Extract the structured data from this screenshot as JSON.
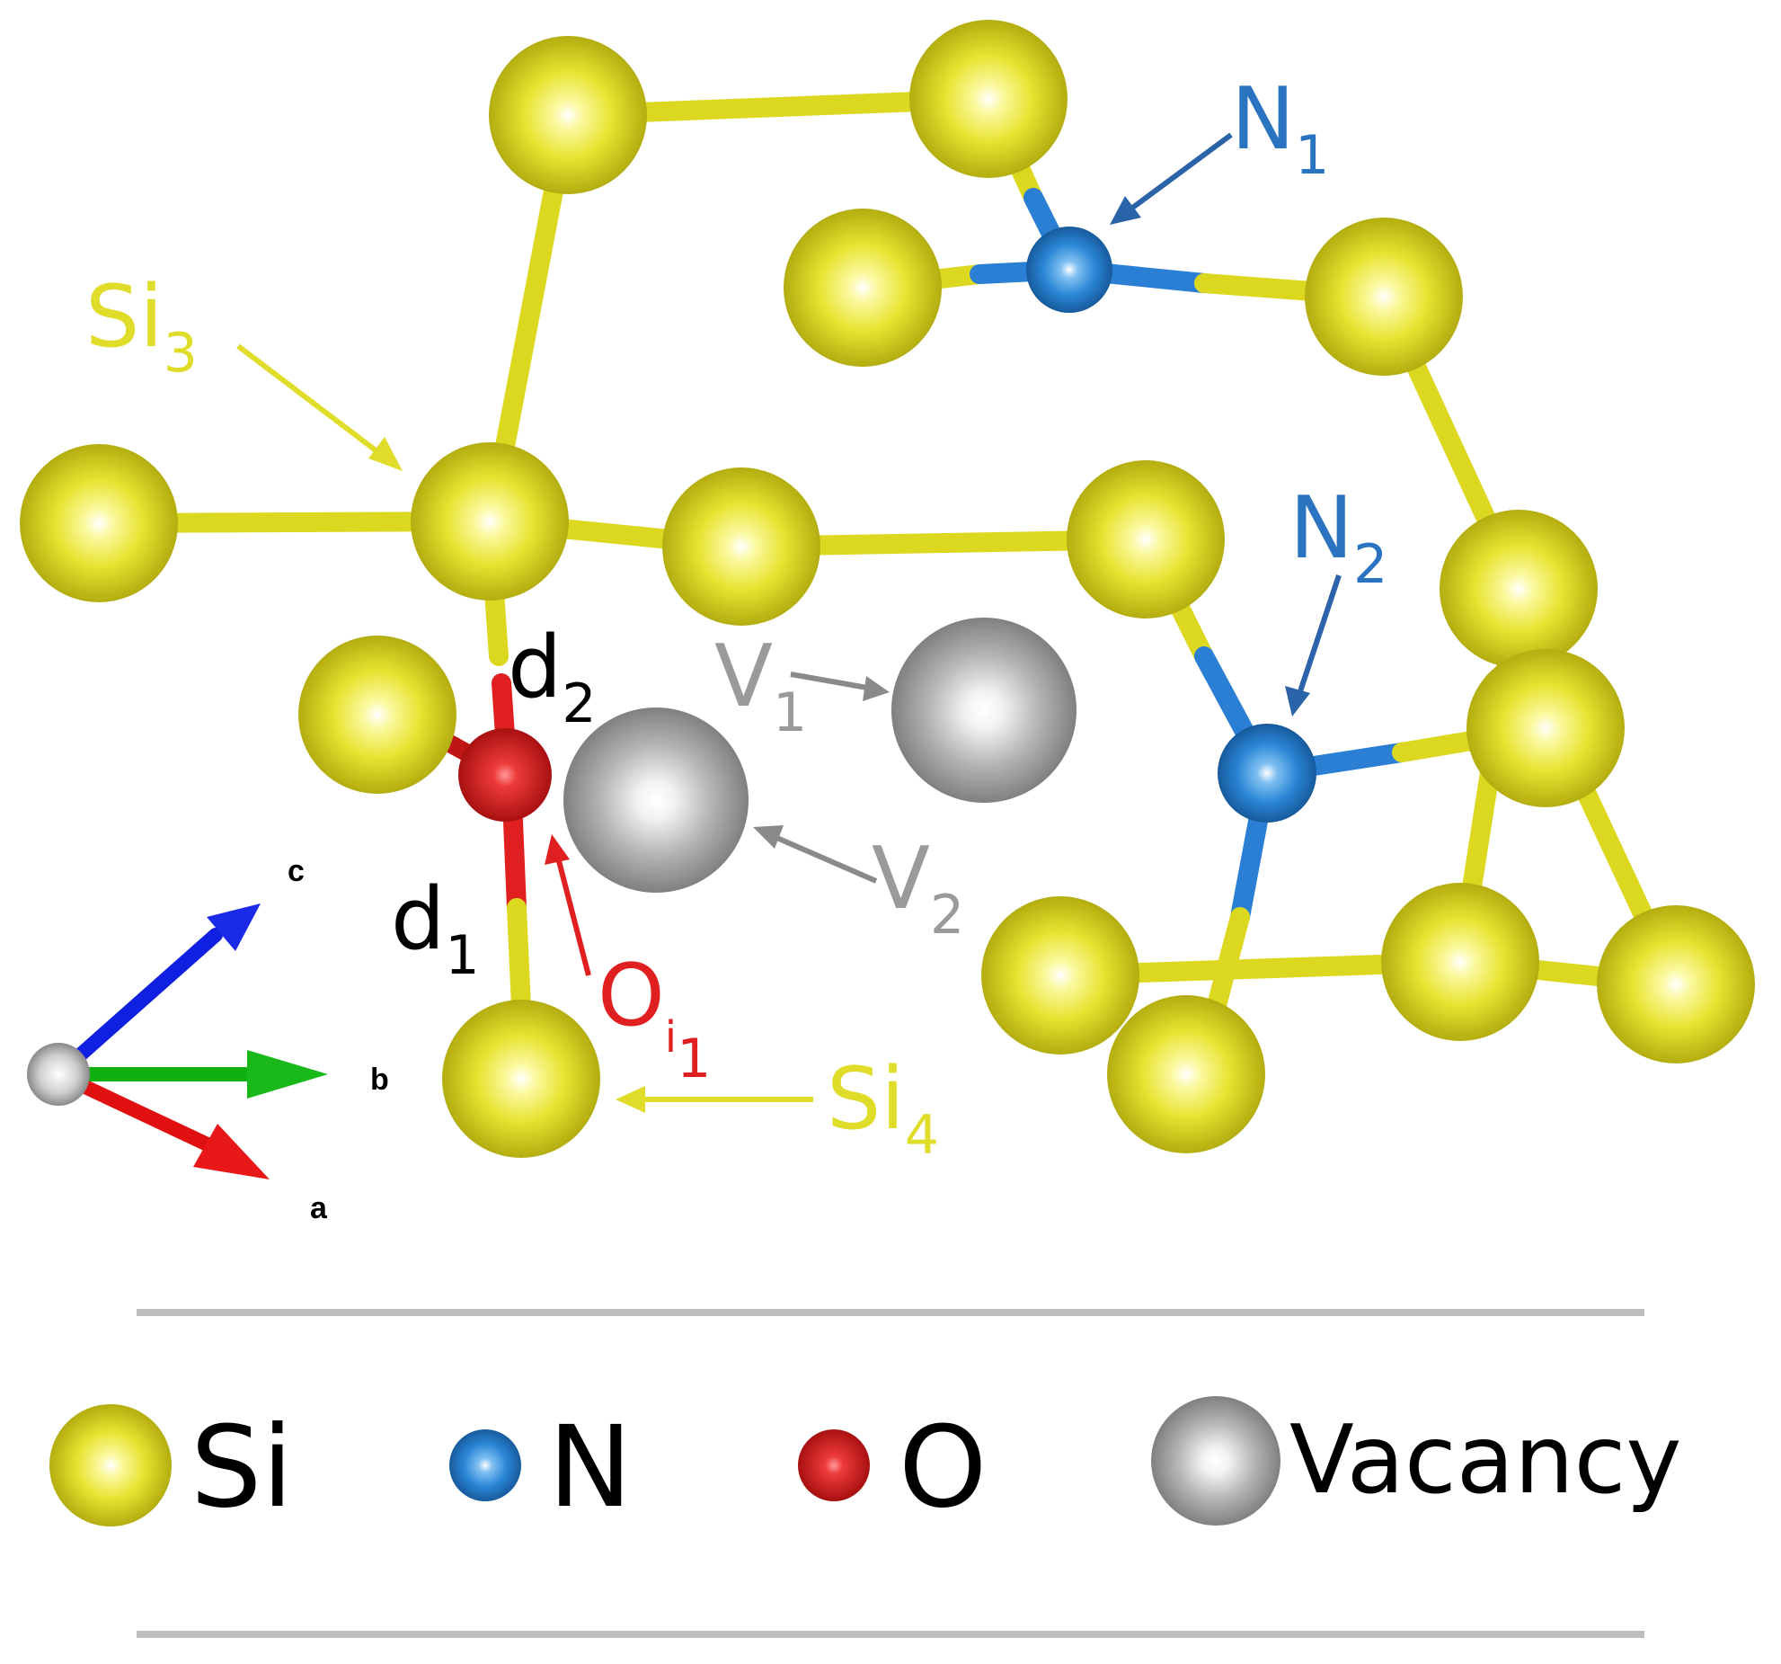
{
  "colors": {
    "si": "#e6e020",
    "n": "#2a7fd4",
    "o": "#e02020",
    "vacancy": "#a8a8a8",
    "si_label": "#e0dc2a",
    "n_label": "#2a73c0",
    "o_label": "#e02020",
    "v_label": "#9a9a9a",
    "axis_a": "#e01010",
    "axis_b": "#10b010",
    "axis_c": "#1020e0",
    "rule": "#bdbdbd"
  },
  "labels": {
    "si3": {
      "main": "Si",
      "sub": "3"
    },
    "si4": {
      "main": "Si",
      "sub": "4"
    },
    "n1": {
      "main": "N",
      "sub": "1"
    },
    "n2": {
      "main": "N",
      "sub": "2"
    },
    "v1": {
      "main": "V",
      "sub": "1"
    },
    "v2": {
      "main": "V",
      "sub": "2"
    },
    "oi1": {
      "main": "O",
      "sub": "i",
      "subsub": "1"
    },
    "d1": {
      "main": "d",
      "sub": "1"
    },
    "d2": {
      "main": "d",
      "sub": "2"
    }
  },
  "axes": {
    "a": "a",
    "b": "b",
    "c": "c"
  },
  "legend": [
    {
      "key": "si",
      "label": "Si"
    },
    {
      "key": "n",
      "label": "N"
    },
    {
      "key": "o",
      "label": "O"
    },
    {
      "key": "vacancy",
      "label": "Vacancy"
    }
  ]
}
